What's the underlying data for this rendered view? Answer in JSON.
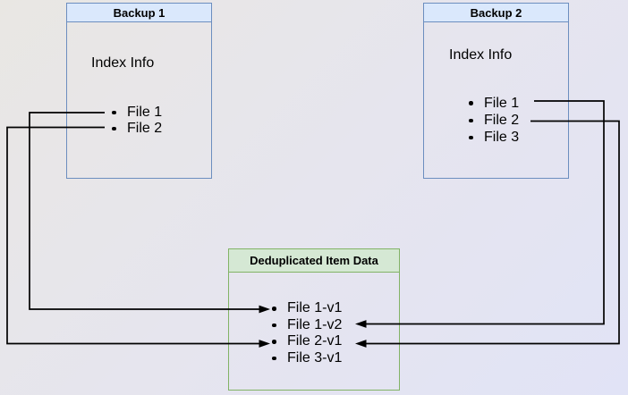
{
  "colors": {
    "connector": "#000000",
    "blue_border": "#6c8ebf",
    "blue_header_fill": "#dae8fc",
    "green_border": "#82b366",
    "green_header_fill": "#d5e8d4",
    "background_top_left": "#e9e7e3",
    "background_bottom_right": "#e1e3f6",
    "text": "#000000"
  },
  "boxes": {
    "backup1": {
      "title": "Backup 1",
      "section_label": "Index Info",
      "items": [
        "File 1",
        "File 2"
      ]
    },
    "backup2": {
      "title": "Backup 2",
      "section_label": "Index Info",
      "items": [
        "File 1",
        "File 2",
        "File 3"
      ]
    },
    "dedup": {
      "title": "Deduplicated Item Data",
      "items": [
        "File 1-v1",
        "File 1-v2",
        "File 2-v1",
        "File 3-v1"
      ]
    }
  },
  "connections": [
    {
      "from": "Backup 1 / File 1",
      "to": "Deduplicated Item Data / File 1-v1",
      "arrow_side": "left"
    },
    {
      "from": "Backup 1 / File 2",
      "to": "Deduplicated Item Data / File 2-v1",
      "arrow_side": "left"
    },
    {
      "from": "Backup 2 / File 1",
      "to": "Deduplicated Item Data / File 1-v2",
      "arrow_side": "right"
    },
    {
      "from": "Backup 2 / File 2",
      "to": "Deduplicated Item Data / File 2-v1",
      "arrow_side": "right"
    }
  ]
}
